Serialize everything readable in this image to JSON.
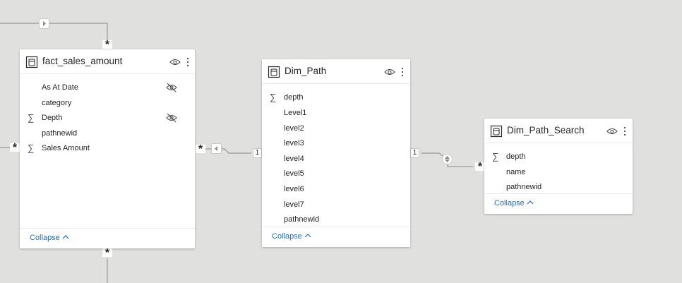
{
  "tables": [
    {
      "title": "fact_sales_amount",
      "fields": [
        {
          "name": "As At Date",
          "sigma": "",
          "hidden": true
        },
        {
          "name": "category",
          "sigma": "",
          "hidden": false
        },
        {
          "name": "Depth",
          "sigma": "∑",
          "hidden": true
        },
        {
          "name": "pathnewid",
          "sigma": "",
          "hidden": false
        },
        {
          "name": "Sales Amount",
          "sigma": "∑",
          "hidden": false
        }
      ],
      "collapse_label": "Collapse"
    },
    {
      "title": "Dim_Path",
      "fields": [
        {
          "name": "depth",
          "sigma": "∑"
        },
        {
          "name": "Level1",
          "sigma": ""
        },
        {
          "name": "level2",
          "sigma": ""
        },
        {
          "name": "level3",
          "sigma": ""
        },
        {
          "name": "level4",
          "sigma": ""
        },
        {
          "name": "level5",
          "sigma": ""
        },
        {
          "name": "level6",
          "sigma": ""
        },
        {
          "name": "level7",
          "sigma": ""
        },
        {
          "name": "pathnewid",
          "sigma": ""
        }
      ],
      "collapse_label": "Collapse"
    },
    {
      "title": "Dim_Path_Search",
      "fields": [
        {
          "name": "depth",
          "sigma": "∑"
        },
        {
          "name": "name",
          "sigma": ""
        },
        {
          "name": "pathnewid",
          "sigma": ""
        }
      ],
      "collapse_label": "Collapse"
    }
  ],
  "relationships": {
    "many_symbol": "*",
    "one_symbol": "1"
  },
  "colors": {
    "canvas": "#e0e0df",
    "line": "#8a8886",
    "link": "#1f6fb5"
  }
}
